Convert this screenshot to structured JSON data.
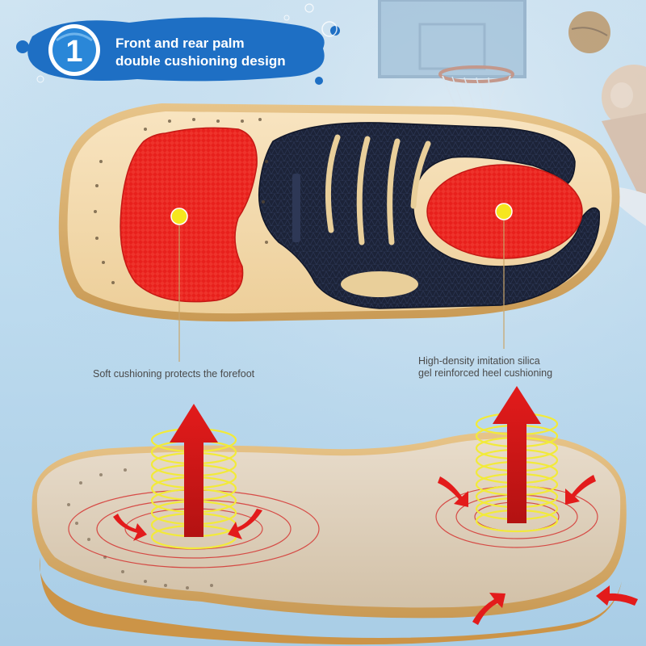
{
  "badge": {
    "number": "1",
    "headline_line1": "Front and rear palm",
    "headline_line2": "double cushioning design"
  },
  "callouts": {
    "forefoot": "Soft cushioning protects the forefoot",
    "heel_line1": "High-density imitation silica",
    "heel_line2": "gel reinforced heel cushioning"
  },
  "colors": {
    "badge_blue": "#1e6fc4",
    "gel_red": "#e8201c",
    "arch_navy": "#1c2338",
    "insole_top": "#f3d7a8",
    "insole_fabric": "#dccdb9",
    "spring_yellow": "#f2ea3a",
    "marker_yellow": "#f6e61e"
  }
}
